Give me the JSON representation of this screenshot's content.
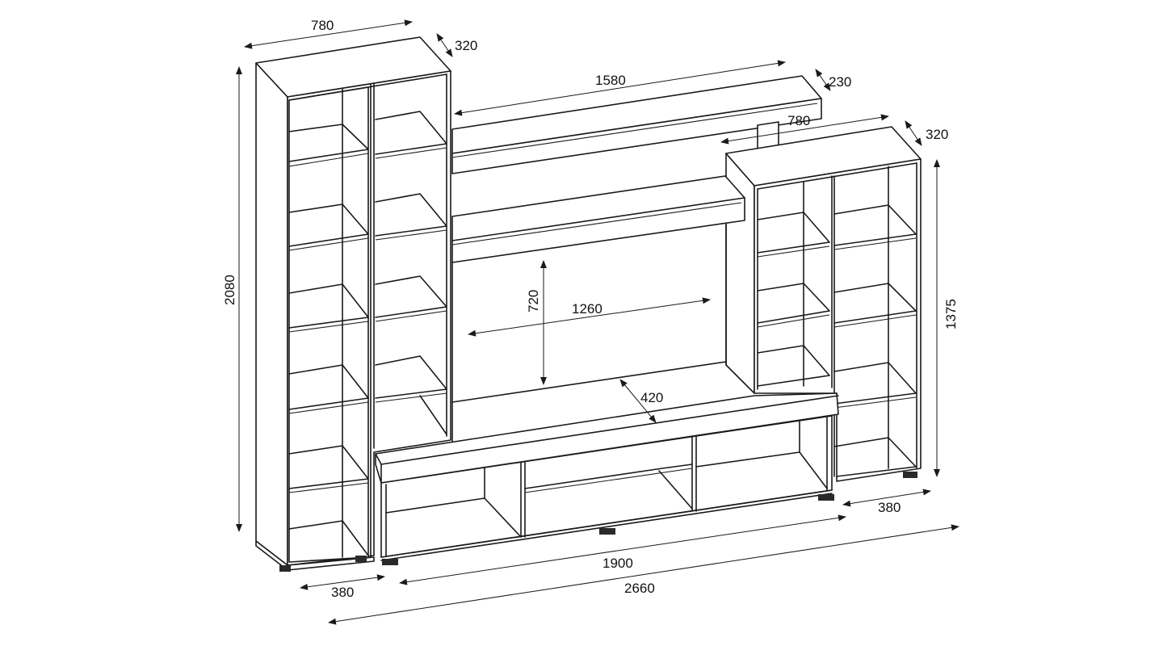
{
  "dimensions": {
    "left_width": "780",
    "left_depth": "320",
    "left_height": "2080",
    "left_base_depth": "380",
    "top_shelf_length": "1580",
    "top_shelf_depth": "230",
    "right_width": "780",
    "right_depth": "320",
    "right_height": "1375",
    "right_base_depth": "380",
    "niche_height": "720",
    "niche_width": "1260",
    "tv_stand_depth": "420",
    "tv_stand_length": "1900",
    "total_length": "2660"
  },
  "colors": {
    "line": "#1a1a1a",
    "background": "#ffffff"
  }
}
